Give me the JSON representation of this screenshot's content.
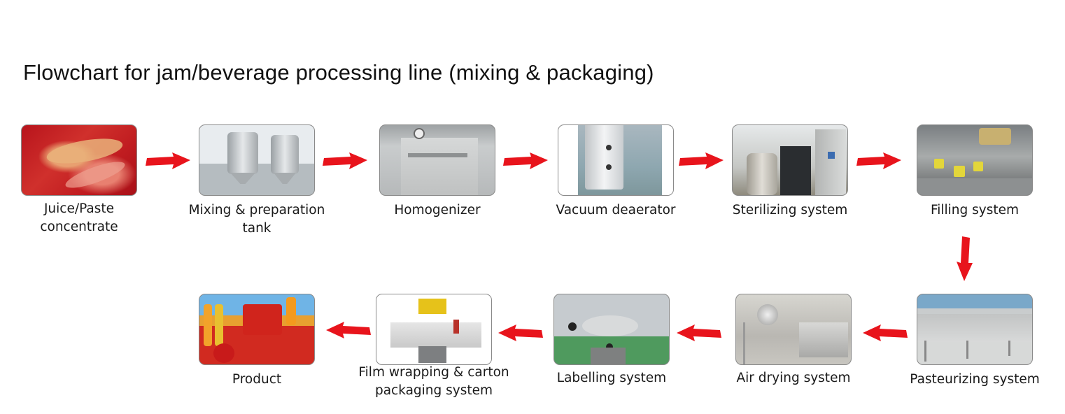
{
  "title": "Flowchart for jam/beverage processing line (mixing & packaging)",
  "colors": {
    "arrow": "#e8141c",
    "text": "#1a1a1a",
    "photo_border": "#8a8a8a"
  },
  "steps": [
    {
      "id": 1,
      "label_line1": "Juice/Paste",
      "label_line2": "concentrate",
      "image": "tomato-paste-photo"
    },
    {
      "id": 2,
      "label_line1": "Mixing & preparation",
      "label_line2": "tank",
      "image": "mixing-tanks-photo"
    },
    {
      "id": 3,
      "label_line1": "Homogenizer",
      "label_line2": "",
      "image": "homogenizer-photo"
    },
    {
      "id": 4,
      "label_line1": "Vacuum deaerator",
      "label_line2": "",
      "image": "vacuum-deaerator-photo"
    },
    {
      "id": 5,
      "label_line1": "Sterilizing system",
      "label_line2": "",
      "image": "sterilizing-system-photo"
    },
    {
      "id": 6,
      "label_line1": "Filling system",
      "label_line2": "",
      "image": "filling-system-photo"
    },
    {
      "id": 7,
      "label_line1": "Pasteurizing system",
      "label_line2": "",
      "image": "pasteurizing-system-photo"
    },
    {
      "id": 8,
      "label_line1": "Air drying system",
      "label_line2": "",
      "image": "air-drying-system-photo"
    },
    {
      "id": 9,
      "label_line1": "Labelling system",
      "label_line2": "",
      "image": "labelling-system-photo"
    },
    {
      "id": 10,
      "label_line1": "Film wrapping & carton",
      "label_line2": "packaging system",
      "image": "film-wrapping-machine-photo"
    },
    {
      "id": 11,
      "label_line1": "Product",
      "label_line2": "",
      "image": "product-photo"
    }
  ],
  "flow": [
    {
      "from": 1,
      "to": 2,
      "direction": "right"
    },
    {
      "from": 2,
      "to": 3,
      "direction": "right"
    },
    {
      "from": 3,
      "to": 4,
      "direction": "right"
    },
    {
      "from": 4,
      "to": 5,
      "direction": "right"
    },
    {
      "from": 5,
      "to": 6,
      "direction": "right"
    },
    {
      "from": 6,
      "to": 7,
      "direction": "down"
    },
    {
      "from": 7,
      "to": 8,
      "direction": "left"
    },
    {
      "from": 8,
      "to": 9,
      "direction": "left"
    },
    {
      "from": 9,
      "to": 10,
      "direction": "left"
    },
    {
      "from": 10,
      "to": 11,
      "direction": "left"
    }
  ]
}
